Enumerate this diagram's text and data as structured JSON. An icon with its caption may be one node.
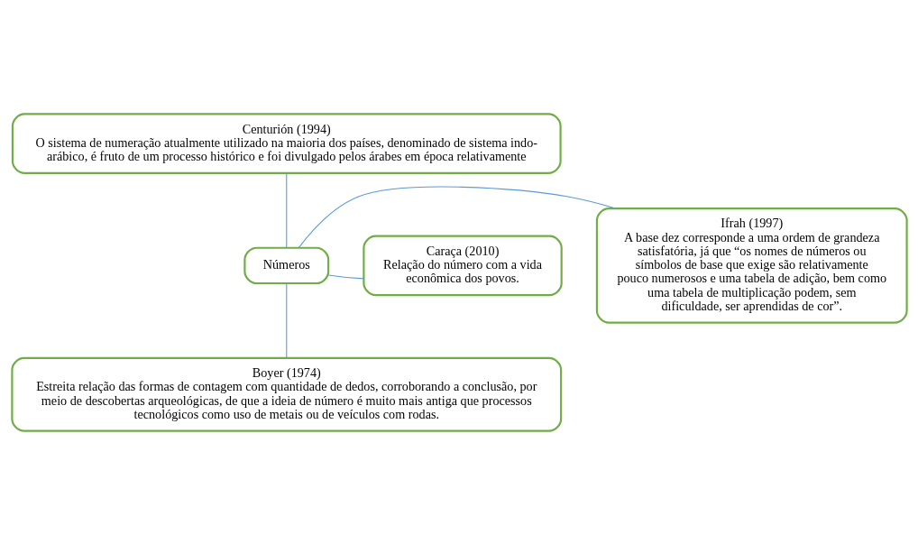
{
  "diagram": {
    "nodes": [
      {
        "text": [
          "Centurión (1994)",
          "O sistema de numeração atualmente utilizado na maioria dos países, denominado de sistema indo-arábico, é fruto de um processo histórico e foi divulgado pelos árabes em época relativamente"
        ]
      },
      {
        "text": [
          "Ifrah (1997)",
          "A base dez corresponde a uma ordem de grandeza satisfatória, já que “os nomes de números ou símbolos de base que exige são relativamente pouco numerosos e uma tabela de adição, bem como uma tabela de multiplicação podem, sem dificuldade, ser aprendidas de cor”."
        ]
      },
      {
        "text": [
          "Números"
        ]
      },
      {
        "text": [
          "Caraça (2010)",
          "Relação do número com a vida econômica dos povos."
        ]
      },
      {
        "text": [
          "Boyer (1974)",
          "Estreita relação das formas de contagem com quantidade de dedos, corroborando a conclusão, por meio de descobertas arqueológicas, de que a ideia de número é muito mais antiga que processos tecnológicos como uso de metais ou de veículos com rodas."
        ]
      }
    ],
    "edges": [
      {
        "from": 2,
        "to": 0,
        "arrow": "none"
      },
      {
        "from": 2,
        "to": 1,
        "arrow": "none"
      },
      {
        "from": 2,
        "to": 3,
        "arrow": "none"
      },
      {
        "from": 2,
        "to": 4,
        "arrow": "none"
      }
    ]
  }
}
